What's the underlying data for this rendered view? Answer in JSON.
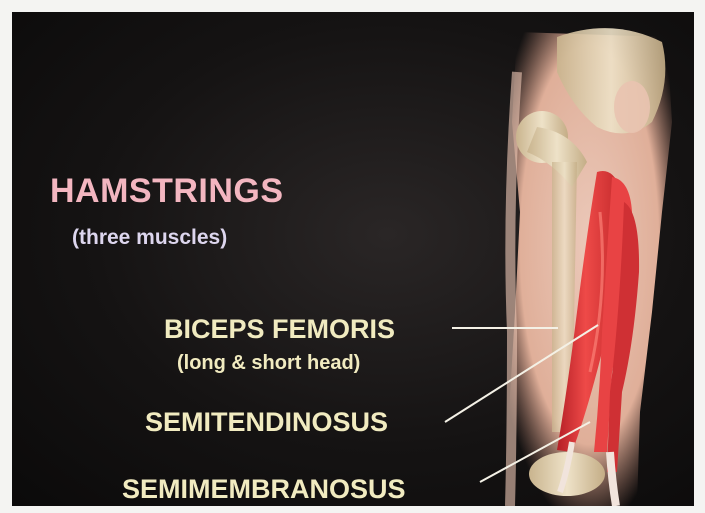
{
  "slide": {
    "title": "HAMSTRINGS",
    "subtitle": "(three muscles)",
    "labels": {
      "biceps": "BICEPS FEMORIS",
      "biceps_sub": "(long & short head)",
      "semitendinosus": "SEMITENDINOSUS",
      "semimembranosus": "SEMIMEMBRANOSUS"
    }
  },
  "colors": {
    "background": "#151313",
    "title": "#f3b6c0",
    "subtitle": "#ddd6ee",
    "label": "#f1ebc0",
    "muscle": "#e0363a",
    "bone": "#d8c9a8",
    "skin": "#f2c7b3"
  }
}
